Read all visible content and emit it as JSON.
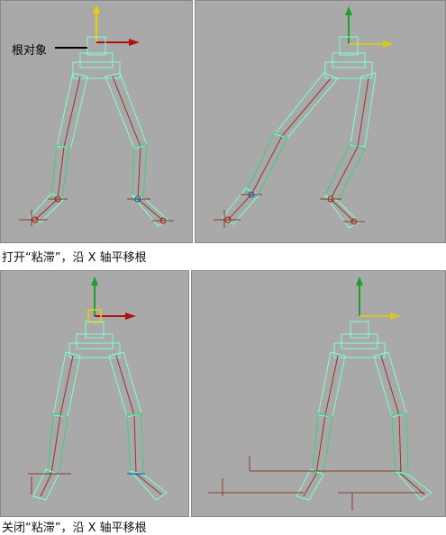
{
  "captions": {
    "top": "打开“粘滞”，沿 X 轴平移根",
    "bottom": "关闭“粘滞”，沿 X 轴平移根"
  },
  "callouts": {
    "root_object": "根对象"
  },
  "colors": {
    "viewport_bg": "#a9a9a9",
    "bone_cyan": "#7fffd4",
    "bone_green": "#3cd07a",
    "link_red": "#8b3a2a",
    "axis_x_red": "#b01010",
    "axis_x_yellow": "#d6c820",
    "axis_y_green": "#1f9e2a",
    "selection_yellow": "#e8d000"
  },
  "icons": [
    "transform-gizmo-icon",
    "root-marker-icon",
    "foot-pivot-icon"
  ]
}
